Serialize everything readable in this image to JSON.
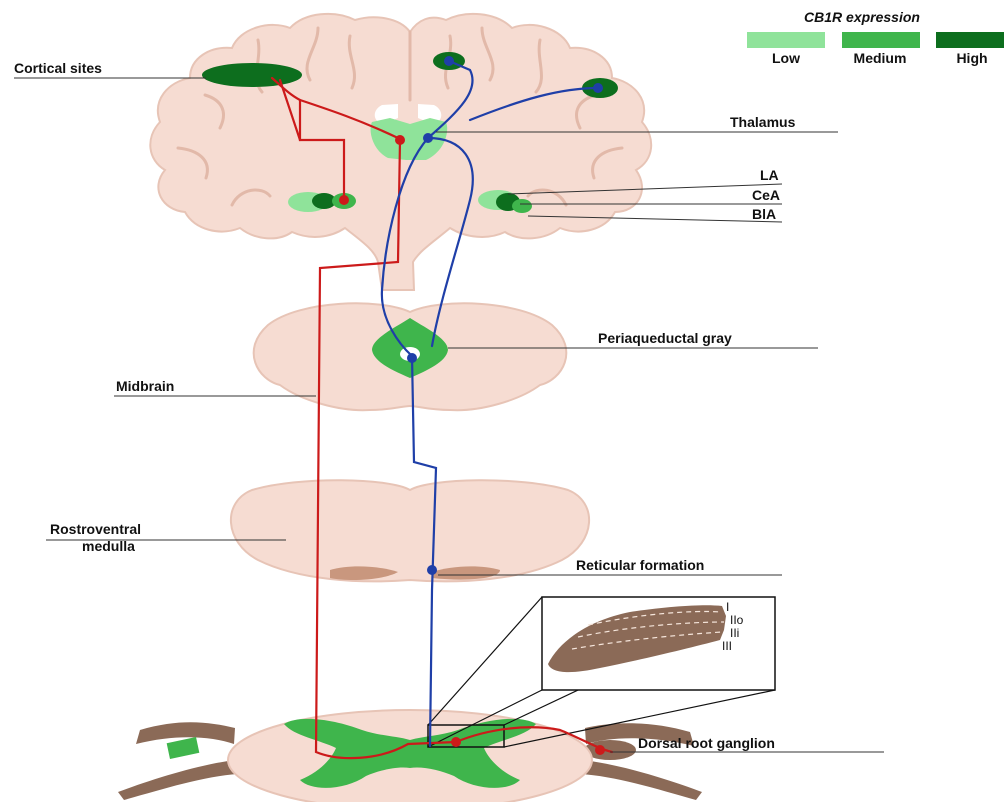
{
  "legend": {
    "title": "CB1R expression",
    "items": [
      {
        "label": "Low",
        "color": "#8fe39a"
      },
      {
        "label": "Medium",
        "color": "#3fb54c"
      },
      {
        "label": "High",
        "color": "#0d6e1e"
      }
    ]
  },
  "labels": {
    "cortical_sites": "Cortical sites",
    "thalamus": "Thalamus",
    "la": "LA",
    "cea": "CeA",
    "bla": "BlA",
    "periaqueductal_gray": "Periaqueductal gray",
    "midbrain": "Midbrain",
    "rostroventral_line1": "Rostroventral",
    "rostroventral_line2": "medulla",
    "reticular_formation": "Reticular formation",
    "dorsal_root_ganglion": "Dorsal root ganglion"
  },
  "laminae": {
    "l1": "I",
    "l2o": "IIo",
    "l2i": "IIi",
    "l3": "III"
  },
  "colors": {
    "tissue": "#f6dcd2",
    "tissue_edge": "#e7c4b6",
    "ascending_pathway": "#1f3fa8",
    "descending_pathway": "#cc1a1a",
    "grey_matter": "#3fb54c",
    "nerve": "#8b6a57",
    "nerve_dark": "#6b4c3b"
  }
}
